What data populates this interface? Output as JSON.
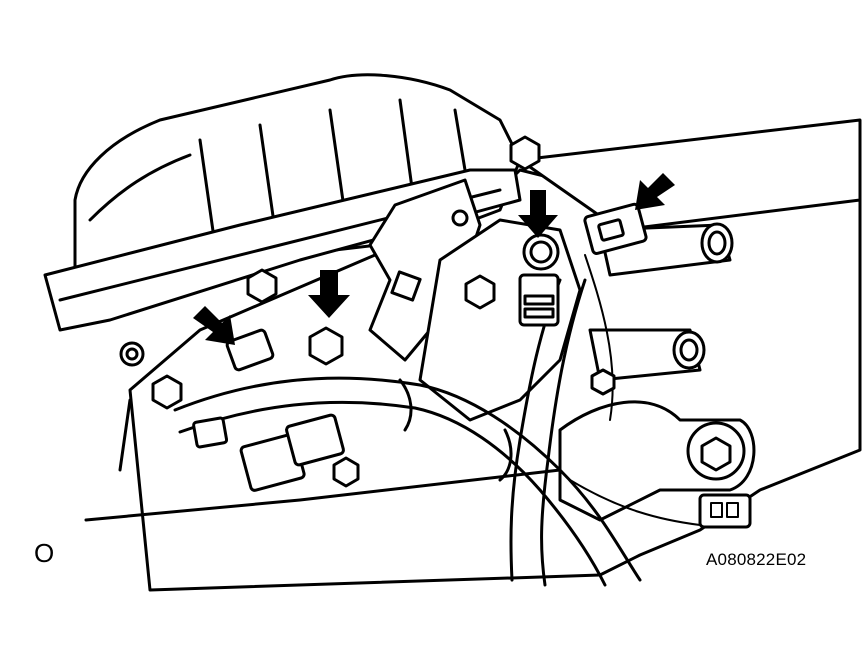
{
  "figure": {
    "corner_mark": "O",
    "code": "A080822E02"
  },
  "colors": {
    "line": "#000000",
    "fill": "#ffffff",
    "arrow": "#000000"
  },
  "callouts": {
    "count": 4,
    "icon": "arrow-icon"
  }
}
